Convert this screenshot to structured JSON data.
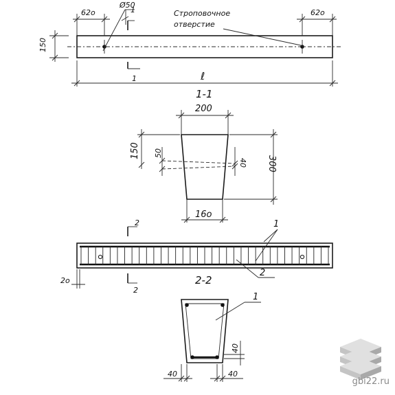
{
  "plan": {
    "dim_left": "62o",
    "dim_right": "62o",
    "dim_hole": "Ø50",
    "dim_height": "150",
    "label_length": "ℓ",
    "section_mark_1": "1",
    "section_mark_1b": "1",
    "note_line1": "Строповочное",
    "note_line2": "отверстие"
  },
  "section_1_1": {
    "title": "1-1",
    "dim_top": "200",
    "dim_bottom": "16o",
    "dim_left": "150",
    "dim_right": "300",
    "dim_hole_left": "50",
    "dim_hole_right": "40"
  },
  "reinforcement": {
    "marker_top": "2",
    "marker_bottom": "2",
    "dim_cover": "2o",
    "callout_1": "1",
    "callout_2": "2"
  },
  "section_2_2": {
    "title": "2-2",
    "callout": "1",
    "dim_cover_side": "40",
    "dim_left": "40",
    "dim_right": "40"
  },
  "watermark": {
    "site": "gbi22.ru",
    "colors": [
      "#d9d9d9",
      "#bdbdbd",
      "#9e9e9e"
    ]
  }
}
